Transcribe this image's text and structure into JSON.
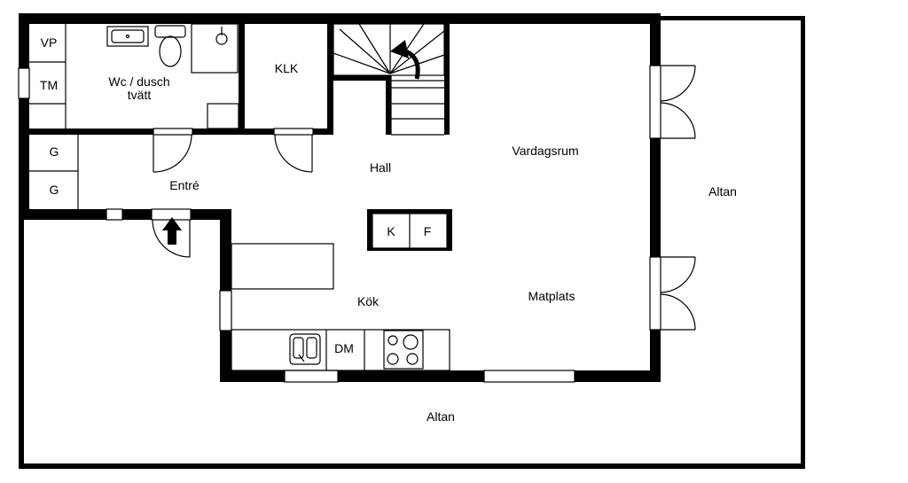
{
  "rooms": {
    "vp": "VP",
    "tm": "TM",
    "wc_line1": "Wc / dusch",
    "wc_line2": "tvätt",
    "klk": "KLK",
    "g1": "G",
    "g2": "G",
    "entre": "Entré",
    "hall": "Hall",
    "vardagsrum": "Vardagsrum",
    "altan_right": "Altan",
    "altan_bottom": "Altan",
    "kok": "Kök",
    "matplats": "Matplats",
    "dm": "DM",
    "k": "K",
    "f": "F"
  },
  "icons": {
    "entrance": "arrow-up-icon",
    "stairs": "curved-arrow-icon"
  }
}
